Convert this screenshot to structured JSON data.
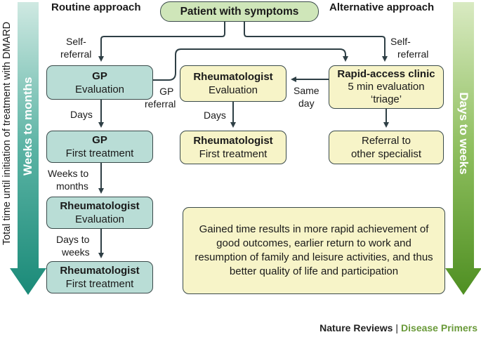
{
  "headings": {
    "routine": "Routine approach",
    "alternative": "Alternative approach"
  },
  "side": {
    "total_time": "Total time until initiation of treatment with DMARD",
    "left_arrow": "Weeks to months",
    "right_arrow": "Days to weeks"
  },
  "boxes": {
    "patient": "Patient with symptoms",
    "gp_eval": {
      "title": "GP",
      "sub": "Evaluation"
    },
    "gp_treat": {
      "title": "GP",
      "sub": "First treatment"
    },
    "rheum_eval_left": {
      "title": "Rheumatologist",
      "sub": "Evaluation"
    },
    "rheum_treat_left": {
      "title": "Rheumatologist",
      "sub": "First treatment"
    },
    "rheum_eval_mid": {
      "title": "Rheumatologist",
      "sub": "Evaluation"
    },
    "rheum_treat_mid": {
      "title": "Rheumatologist",
      "sub": "First treatment"
    },
    "rapid": {
      "title": "Rapid-access clinic",
      "sub": "5 min evaluation",
      "sub2": "‘triage’"
    },
    "referral": {
      "line1": "Referral to",
      "line2": "other specialist"
    },
    "gained": "Gained time results in more rapid achievement of good outcomes, earlier return to work and resumption of family and leisure activities, and thus better quality of life and participation"
  },
  "labels": {
    "self_ref_left_1": "Self-",
    "self_ref_left_2": "referral",
    "self_ref_right_1": "Self-",
    "self_ref_right_2": "referral",
    "gp_ref_1": "GP",
    "gp_ref_2": "referral",
    "same_day_1": "Same",
    "same_day_2": "day",
    "days_left": "Days",
    "days_mid": "Days",
    "weeks_months_1": "Weeks to",
    "weeks_months_2": "months",
    "days_weeks_1": "Days to",
    "days_weeks_2": "weeks"
  },
  "footer": {
    "brand": "Nature Reviews",
    "separator": "|",
    "series": "Disease Primers"
  },
  "colors": {
    "left_arrow": "#1e8f7e",
    "right_arrow": "#5e9a2c",
    "teal_box": "#b9ddd6",
    "yellow_box": "#f7f4c8",
    "top_box": "#cfe6b9"
  }
}
